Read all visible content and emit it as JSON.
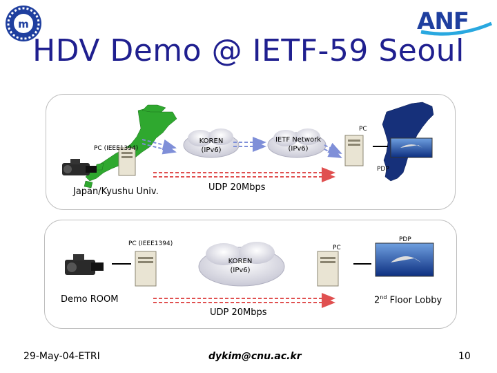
{
  "title": "HDV Demo @ IETF-59 Seoul",
  "logos": {
    "right_logo_text": "ANF",
    "left_logo_icon": "university-seal-icon"
  },
  "top_panel": {
    "pc_ieee_label": "PC (IEEE1394)",
    "koren_label": "KOREN\n(IPv6)",
    "ietf_label": "IETF Network\n(IPv6)",
    "pc_label": "PC",
    "pdp_label": "PDP",
    "udp_label": "UDP 20Mbps",
    "location_label": "Japan/Kyushu Univ."
  },
  "bottom_panel": {
    "pc_ieee_label": "PC (IEEE1394)",
    "pc_label": "PC",
    "pdp_label": "PDP",
    "koren_label": "KOREN\n(IPv6)",
    "demo_room_label": "Demo ROOM",
    "lobby_ordinal": "2",
    "lobby_suffix": "nd",
    "lobby_label": "Floor Lobby",
    "udp_label": "UDP 20Mbps"
  },
  "footer": {
    "date": "29-May-04-ETRI",
    "email": "dykim@cnu.ac.kr",
    "page": "10"
  },
  "colors": {
    "title": "#1f1f8f",
    "arrow_blue": "#7f8fd8",
    "arrow_red": "#e05050",
    "japan_green": "#2fa82f",
    "korea_blue": "#16307a",
    "anf_blue": "#1f3f9f",
    "anf_cyan": "#29a8e0"
  }
}
